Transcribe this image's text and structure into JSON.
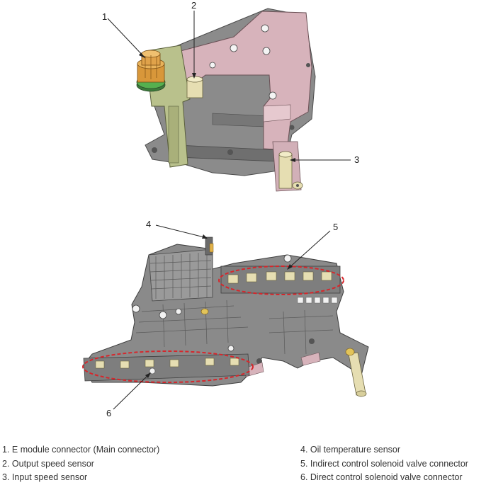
{
  "callouts": [
    "1",
    "2",
    "3",
    "4",
    "5",
    "6"
  ],
  "legend": {
    "left": [
      "1. E module connector (Main connector)",
      "2. Output speed sensor",
      "3. Input speed sensor"
    ],
    "right": [
      "4. Oil temperature sensor",
      "5. Indirect control solenoid valve connector",
      "6. Direct control solenoid valve connector"
    ]
  },
  "colors": {
    "housing_gray": "#8a8a8a",
    "housing_dark": "#5f5f5f",
    "pink_plate": "#d8b4bc",
    "green_bracket": "#b8c08a",
    "connector_orange": "#d99a3a",
    "connector_yellow": "#e8e0b0",
    "highlight_ring": "#d6262b"
  }
}
